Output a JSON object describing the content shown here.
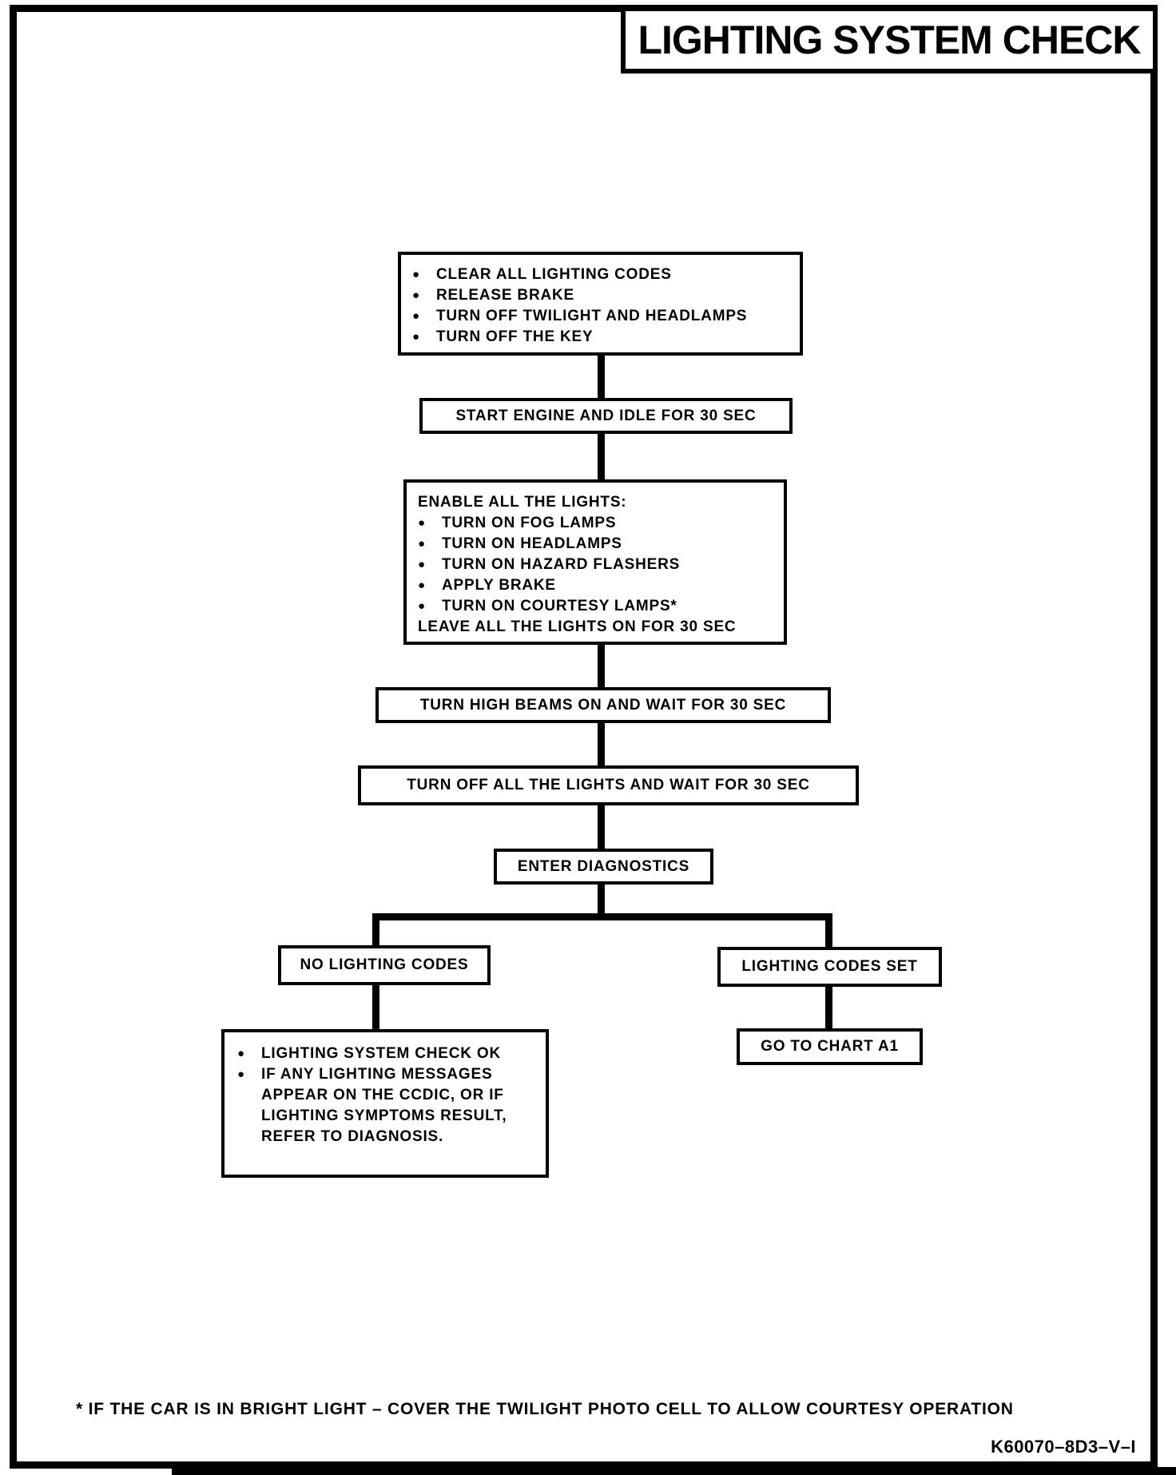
{
  "page": {
    "title": "LIGHTING SYSTEM CHECK",
    "footnote": "* IF THE CAR IS IN BRIGHT LIGHT – COVER THE TWILIGHT PHOTO CELL TO ALLOW COURTESY OPERATION",
    "doc_code": "K60070–8D3–V–I"
  },
  "colors": {
    "ink": "#000000",
    "paper": "#ffffff"
  },
  "icons": {
    "bullet": "●"
  },
  "flowchart": {
    "prep": {
      "items": [
        "CLEAR ALL LIGHTING CODES",
        "RELEASE BRAKE",
        "TURN OFF TWILIGHT AND HEADLAMPS",
        "TURN OFF THE KEY"
      ]
    },
    "start_engine": {
      "label": "START ENGINE AND IDLE FOR 30 SEC"
    },
    "enable_lights": {
      "header": "ENABLE ALL THE LIGHTS:",
      "items": [
        "TURN ON FOG LAMPS",
        "TURN ON HEADLAMPS",
        "TURN ON HAZARD FLASHERS",
        "APPLY BRAKE",
        "TURN ON COURTESY LAMPS*"
      ],
      "footer": "LEAVE ALL THE LIGHTS ON FOR 30 SEC"
    },
    "high_beams": {
      "label": "TURN HIGH BEAMS ON AND WAIT FOR 30 SEC"
    },
    "lights_off": {
      "label": "TURN OFF ALL THE LIGHTS AND WAIT FOR 30 SEC"
    },
    "enter_diagnostics": {
      "label": "ENTER DIAGNOSTICS"
    },
    "no_codes": {
      "label": "NO LIGHTING CODES"
    },
    "codes_set": {
      "label": "LIGHTING CODES SET"
    },
    "check_ok": {
      "items": [
        "LIGHTING SYSTEM CHECK OK",
        "IF ANY LIGHTING MESSAGES APPEAR ON THE CCDIC, OR IF LIGHTING SYMPTOMS RESULT, REFER TO DIAGNOSIS."
      ]
    },
    "go_to_chart": {
      "label": "GO TO CHART A1"
    }
  }
}
